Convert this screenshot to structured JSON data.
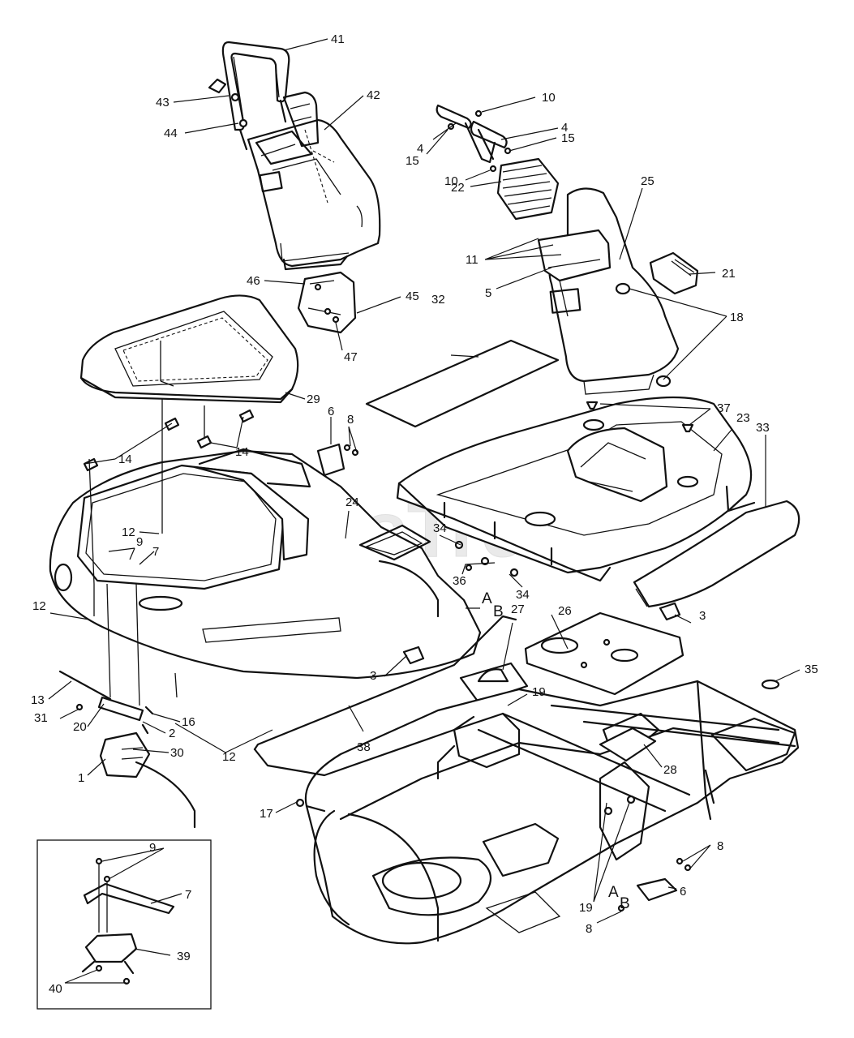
{
  "watermark": {
    "text": "PartsTree",
    "trademark": "TM"
  },
  "callouts": [
    {
      "id": "c41",
      "label": "41"
    },
    {
      "id": "c42",
      "label": "42"
    },
    {
      "id": "c43",
      "label": "43"
    },
    {
      "id": "c44",
      "label": "44"
    },
    {
      "id": "c10a",
      "label": "10"
    },
    {
      "id": "c4a",
      "label": "4"
    },
    {
      "id": "c4b",
      "label": "4"
    },
    {
      "id": "c15a",
      "label": "15"
    },
    {
      "id": "c15b",
      "label": "15"
    },
    {
      "id": "c10b",
      "label": "10"
    },
    {
      "id": "c22",
      "label": "22"
    },
    {
      "id": "c25",
      "label": "25"
    },
    {
      "id": "c11",
      "label": "11"
    },
    {
      "id": "c21",
      "label": "21"
    },
    {
      "id": "c5",
      "label": "5"
    },
    {
      "id": "c18",
      "label": "18"
    },
    {
      "id": "c46",
      "label": "46"
    },
    {
      "id": "c45",
      "label": "45"
    },
    {
      "id": "c47",
      "label": "47"
    },
    {
      "id": "c32",
      "label": "32"
    },
    {
      "id": "c29",
      "label": "29"
    },
    {
      "id": "c37",
      "label": "37"
    },
    {
      "id": "c23",
      "label": "23"
    },
    {
      "id": "c33",
      "label": "33"
    },
    {
      "id": "c14a",
      "label": "14"
    },
    {
      "id": "c14b",
      "label": "14"
    },
    {
      "id": "c6a",
      "label": "6"
    },
    {
      "id": "c8a",
      "label": "8"
    },
    {
      "id": "c24",
      "label": "24"
    },
    {
      "id": "c12a",
      "label": "12"
    },
    {
      "id": "c9a",
      "label": "9"
    },
    {
      "id": "c7a",
      "label": "7"
    },
    {
      "id": "c34a",
      "label": "34"
    },
    {
      "id": "c36",
      "label": "36"
    },
    {
      "id": "c34b",
      "label": "34"
    },
    {
      "id": "c12b",
      "label": "12"
    },
    {
      "id": "c3a",
      "label": "3"
    },
    {
      "id": "c26",
      "label": "26"
    },
    {
      "id": "c27",
      "label": "27"
    },
    {
      "id": "c3b",
      "label": "3"
    },
    {
      "id": "c35",
      "label": "35"
    },
    {
      "id": "c13",
      "label": "13"
    },
    {
      "id": "c19a",
      "label": "19"
    },
    {
      "id": "c31",
      "label": "31"
    },
    {
      "id": "c16",
      "label": "16"
    },
    {
      "id": "c2",
      "label": "2"
    },
    {
      "id": "c20",
      "label": "20"
    },
    {
      "id": "c30",
      "label": "30"
    },
    {
      "id": "c12c",
      "label": "12"
    },
    {
      "id": "c38",
      "label": "38"
    },
    {
      "id": "c28",
      "label": "28"
    },
    {
      "id": "c1",
      "label": "1"
    },
    {
      "id": "c17",
      "label": "17"
    },
    {
      "id": "c8b",
      "label": "8"
    },
    {
      "id": "c9b",
      "label": "9"
    },
    {
      "id": "c7b",
      "label": "7"
    },
    {
      "id": "c19b",
      "label": "19"
    },
    {
      "id": "c6b",
      "label": "6"
    },
    {
      "id": "c8c",
      "label": "8"
    },
    {
      "id": "c39",
      "label": "39"
    },
    {
      "id": "c40",
      "label": "40"
    }
  ],
  "section_markers": [
    {
      "id": "ab1",
      "a": "A",
      "b": "B"
    },
    {
      "id": "ab2",
      "a": "A",
      "b": "B"
    }
  ]
}
